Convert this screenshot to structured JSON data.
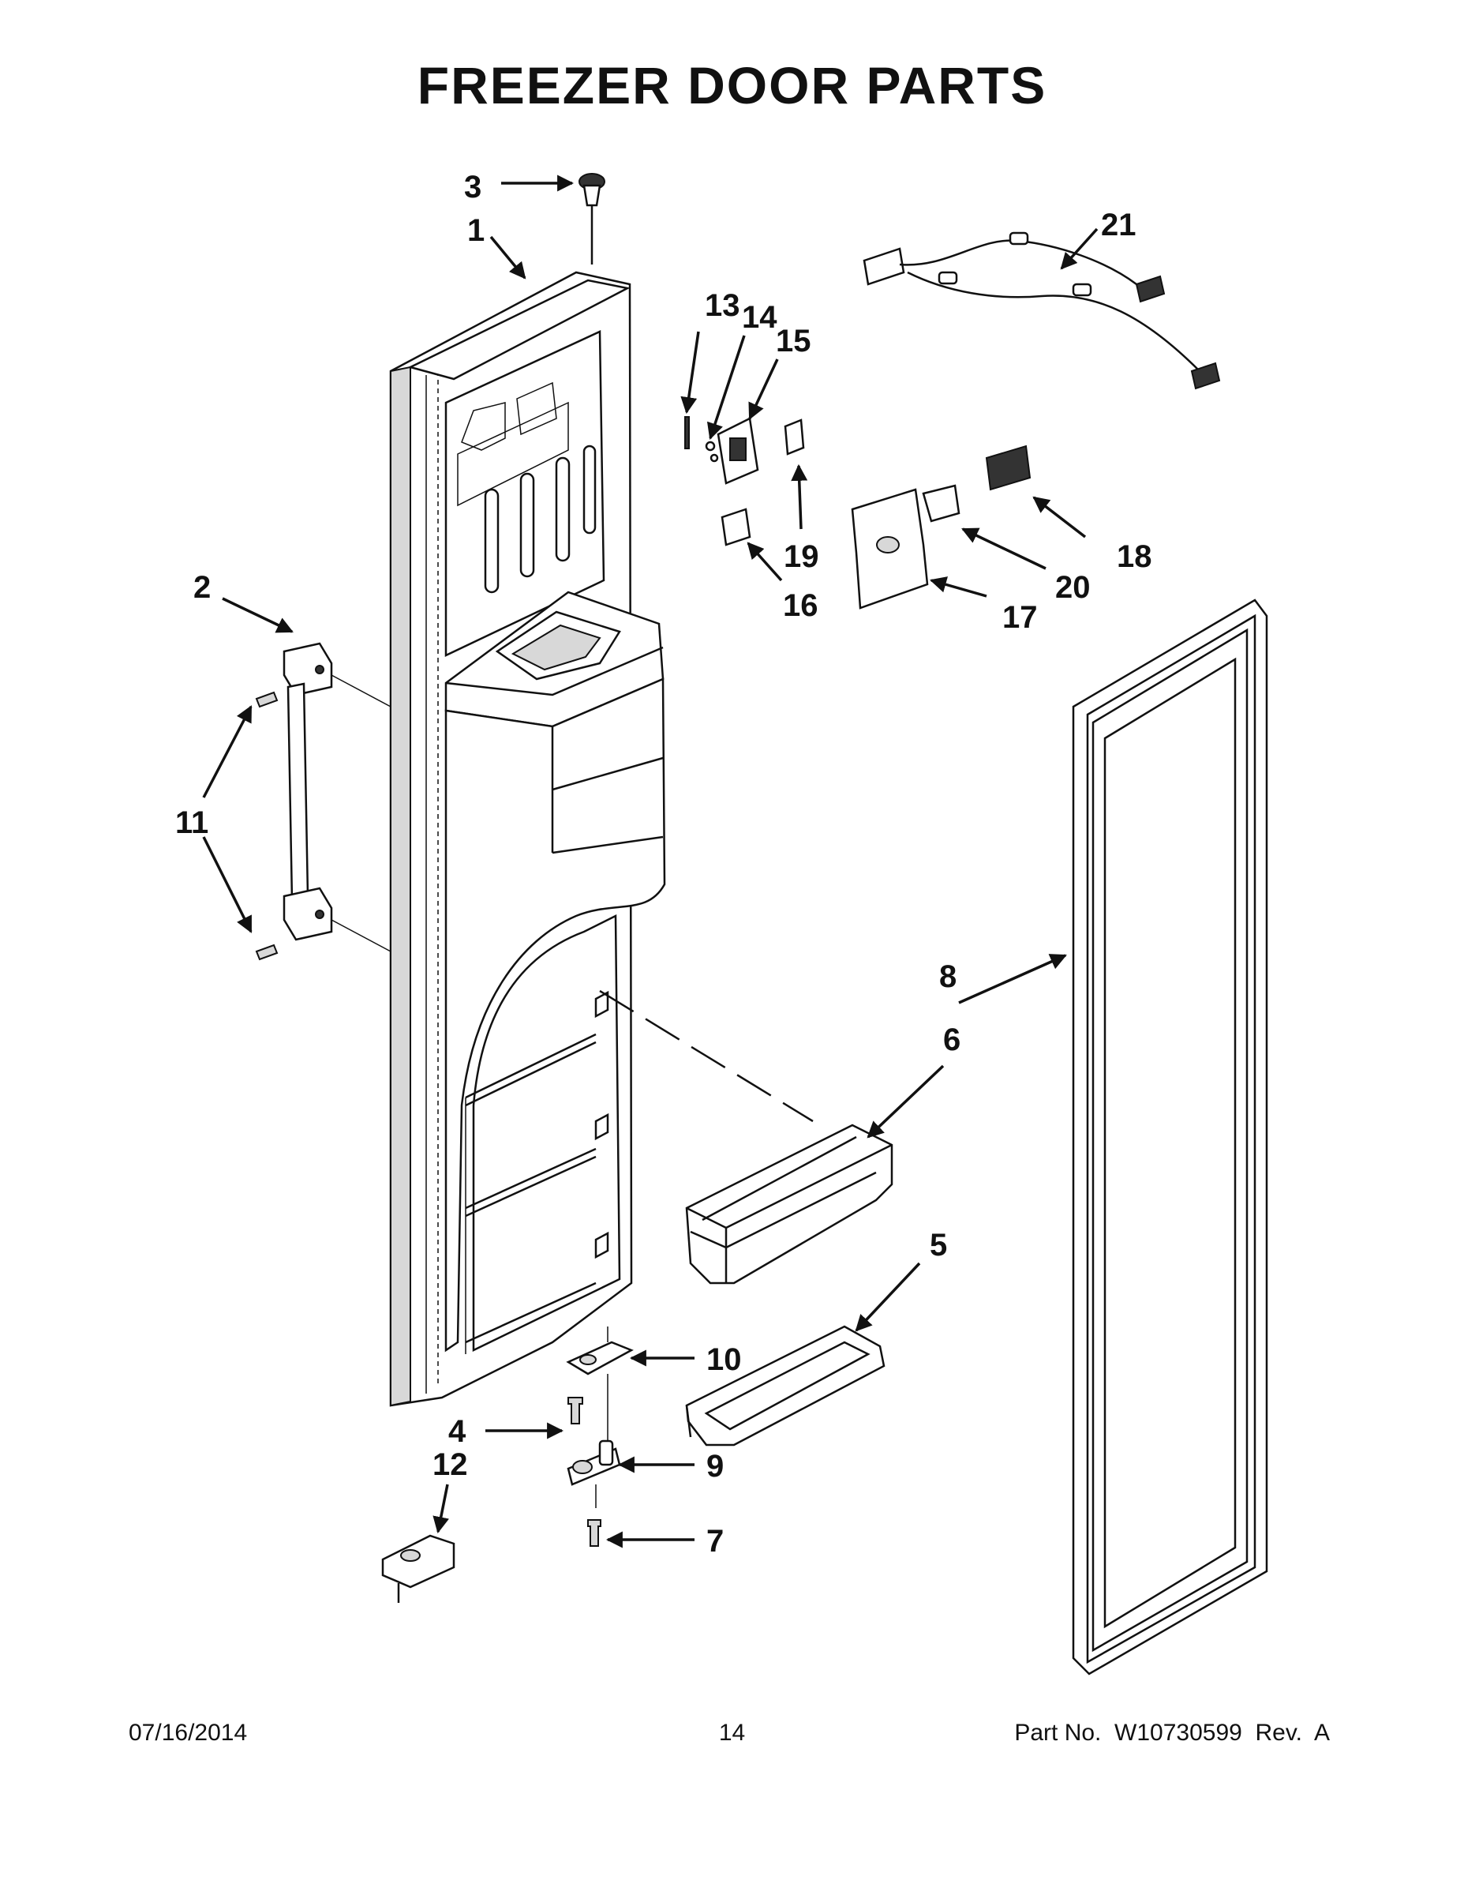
{
  "title": "FREEZER DOOR PARTS",
  "footer": {
    "date": "07/16/2014",
    "page": "14",
    "part_number": "Part No.  W10730599  Rev.  A"
  },
  "callouts": {
    "c1": "1",
    "c2": "2",
    "c3": "3",
    "c4": "4",
    "c5": "5",
    "c6": "6",
    "c7": "7",
    "c8": "8",
    "c9": "9",
    "c10": "10",
    "c11": "11",
    "c12": "12",
    "c13": "13",
    "c14": "14",
    "c15": "15",
    "c16": "16",
    "c17": "17",
    "c18": "18",
    "c19": "19",
    "c20": "20",
    "c21": "21"
  }
}
